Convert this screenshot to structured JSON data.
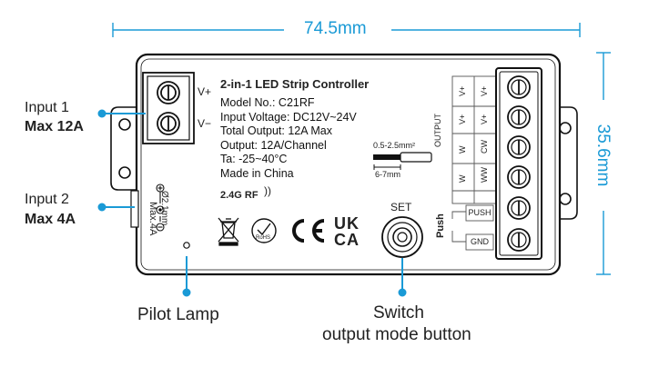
{
  "dimensions": {
    "width_label": "74.5mm",
    "height_label": "35.6mm"
  },
  "inputs": [
    {
      "name": "Input 1",
      "rating": "Max 12A"
    },
    {
      "name": "Input 2",
      "rating": "Max 4A"
    }
  ],
  "input_terminal": {
    "plus": "V+",
    "minus": "V−"
  },
  "dc_jack": {
    "rating": "Max.4A",
    "diameter": "Ø2.1mm"
  },
  "controller": {
    "title": "2-in-1 LED Strip Controller",
    "lines": [
      "Model No.: C21RF",
      "Input Voltage: DC12V~24V",
      "Total Output: 12A Max",
      "Output: 12A/Channel",
      "Ta: -25~40°C",
      "Made in China"
    ],
    "rf": "2.4G RF",
    "certs": {
      "ce": "CE",
      "uk": "UK",
      "ca": "CA",
      "rohs": "RoHS"
    }
  },
  "wire": {
    "gauge": "0.5-2.5mm²",
    "strip": "6-7mm"
  },
  "output_block": {
    "group_label": "OUTPUT",
    "mode1": [
      "V+",
      "V+",
      "W",
      "W"
    ],
    "mode2": [
      "V+",
      "V+",
      "CW",
      "WW"
    ],
    "push_label": "Push",
    "push": "PUSH",
    "gnd": "GND"
  },
  "set_label": "SET",
  "callouts": {
    "pilot_lamp": "Pilot Lamp",
    "switch_line1": "Switch",
    "switch_line2": "output mode button"
  },
  "colors": {
    "accent": "#1a9ad6",
    "outline": "#111111"
  }
}
